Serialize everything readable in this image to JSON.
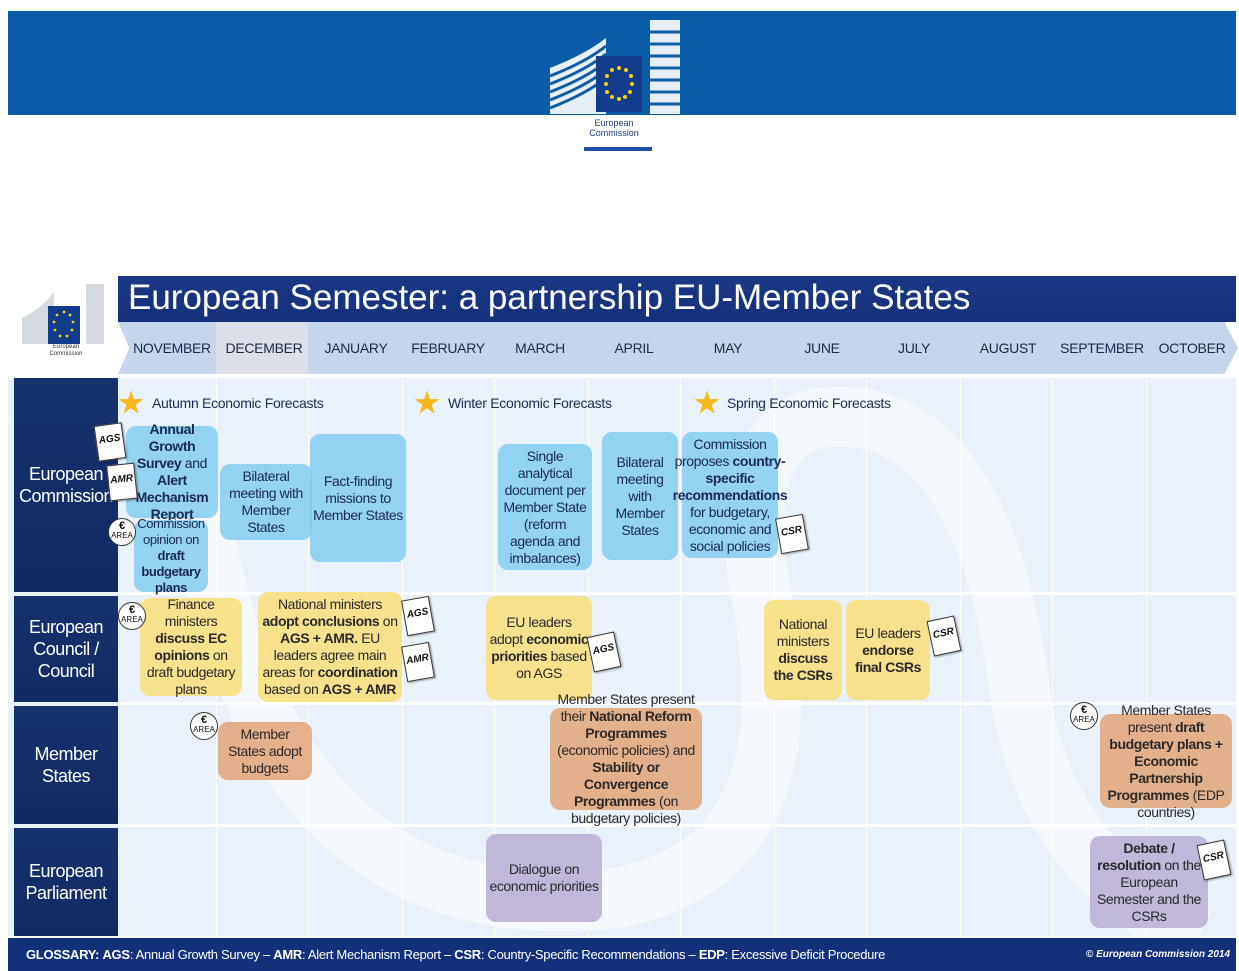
{
  "logo": {
    "text_line1": "European",
    "text_line2": "Commission",
    "small_line1": "European",
    "small_line2": "Commission"
  },
  "title": "European Semester: a partnership EU-Member States",
  "months": [
    "NOVEMBER",
    "DECEMBER",
    "JANUARY",
    "FEBRUARY",
    "MARCH",
    "APRIL",
    "MAY",
    "JUNE",
    "JULY",
    "AUGUST",
    "SEPTEMBER",
    "OCTOBER"
  ],
  "rows": {
    "commission": "European Commission",
    "council": "European Council / Council",
    "member_states": "Member States",
    "parliament": "European Parliament"
  },
  "forecasts": {
    "autumn": "Autumn Economic Forecasts",
    "winter": "Winter Economic Forecasts",
    "spring": "Spring Economic Forecasts"
  },
  "badges": {
    "ags": "AGS",
    "amr": "AMR",
    "csr": "CSR",
    "euro_symbol": "€",
    "euro_area": "AREA"
  },
  "boxes": {
    "ags_amr_report": {
      "p1": "Annual Growth Survey",
      "p2": " and ",
      "p3": "Alert Mechanism Report"
    },
    "commission_opinion": {
      "p1": "Commission opinion on ",
      "p2": "draft budgetary plans"
    },
    "bilateral_dec": "Bilateral meeting with Member States",
    "fact_finding": "Fact-finding missions to Member States",
    "single_doc": "Single analytical document per Member State (reform agenda and imbalances)",
    "bilateral_apr": "Bilateral meeting with Member States",
    "commission_proposes": {
      "p1": "Commission proposes ",
      "p2": "country-specific recommendations",
      "p3": " for budgetary, economic and social policies"
    },
    "finance_ministers": {
      "p1": "Finance ministers ",
      "p2": "discuss EC opinions",
      "p3": " on draft budgetary plans"
    },
    "national_ministers_ags": {
      "p1": "National ministers ",
      "p2": "adopt conclusions",
      "p3": " on ",
      "p4": "AGS + AMR.",
      "p5": " EU leaders agree main areas for ",
      "p6": "coordination",
      "p7": " based on ",
      "p8": "AGS + AMR"
    },
    "eu_leaders_priorities": {
      "p1": "EU leaders adopt ",
      "p2": "economic priorities",
      "p3": " based on AGS"
    },
    "national_ministers_csr": {
      "p1": "National ministers ",
      "p2": "discuss the CSRs"
    },
    "eu_leaders_endorse": {
      "p1": "EU leaders ",
      "p2": "endorse final CSRs"
    },
    "ms_adopt_budgets": "Member States adopt budgets",
    "ms_present_nrp": {
      "p1": "Member States present their ",
      "p2": "National Reform Programmes",
      "p3": " (economic policies) and ",
      "p4": "Stability or Convergence Programmes",
      "p5": " (on budgetary policies)"
    },
    "ms_present_dbp": {
      "p1": "Member States present ",
      "p2": "draft budgetary plans + Economic Partnership Programmes",
      "p3": " (EDP countries)"
    },
    "dialogue": "Dialogue on economic priorities",
    "debate": {
      "p1": "Debate / resolution",
      "p2": " on the European Semester and the CSRs"
    }
  },
  "glossary": {
    "label": "GLOSSARY:",
    "ags_abbr": "AGS",
    "ags_full": ": Annual Growth Survey – ",
    "amr_abbr": "AMR",
    "amr_full": ": Alert Mechanism Report – ",
    "csr_abbr": "CSR",
    "csr_full": ": Country-Specific Recommendations – ",
    "edp_abbr": "EDP",
    "edp_full": ": Excessive Deficit Procedure"
  },
  "copyright": "© European Commission 2014",
  "colors": {
    "header_blue": "#0a5ca6",
    "title_blue": "#16307a",
    "row_blue": "#122a63",
    "commission_box": "#82cdf0",
    "council_box": "#f7e080",
    "member_box": "#e2a880",
    "parliament_box": "#beb4d7",
    "star": "#f5b81e"
  }
}
